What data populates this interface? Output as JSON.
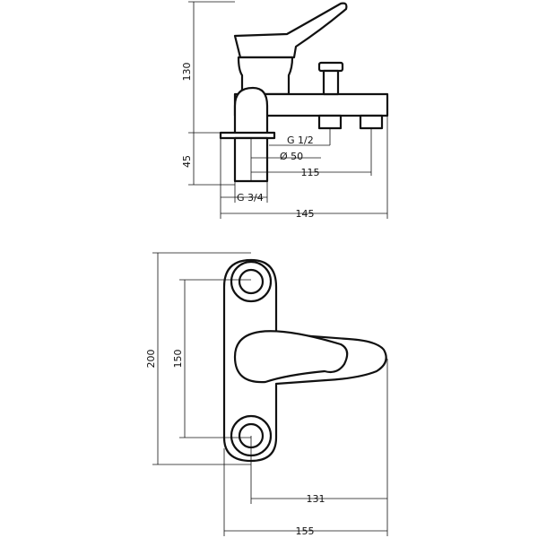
{
  "dimensions": {
    "side_height": "130",
    "side_base_height": "45",
    "thread_half": "G 1/2",
    "diameter": "Ø 50",
    "spout_reach": "115",
    "thread_three_quarter": "G 3/4",
    "side_width": "145",
    "top_overall_height": "200",
    "top_center_distance": "150",
    "top_reach": "131",
    "top_width": "155"
  }
}
